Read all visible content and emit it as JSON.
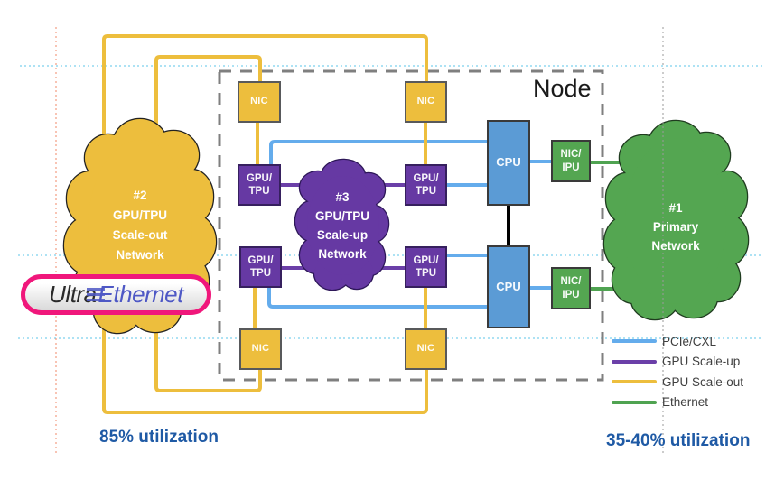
{
  "node": {
    "label": "Node"
  },
  "boxes": {
    "nic": "NIC",
    "gpu": "GPU/\nTPU",
    "cpu": "CPU",
    "nic_ipu": "NIC/\nIPU"
  },
  "clouds": {
    "scale_out": {
      "lines": [
        "#2",
        "GPU/TPU",
        "Scale-out",
        "Network"
      ],
      "color": "#EDBE3D"
    },
    "scale_up": {
      "lines": [
        "#3",
        "GPU/TPU",
        "Scale-up",
        "Network"
      ],
      "color": "#6639A3"
    },
    "primary": {
      "lines": [
        "#1",
        "Primary",
        "Network"
      ],
      "color": "#54A651"
    }
  },
  "legend": {
    "items": [
      {
        "label": "PCIe/CXL",
        "color": "#64ACEC"
      },
      {
        "label": "GPU Scale-up",
        "color": "#6B3FA8"
      },
      {
        "label": "GPU Scale-out",
        "color": "#EDBE3D"
      },
      {
        "label": "Ethernet",
        "color": "#4FA351"
      }
    ]
  },
  "annotations": {
    "left_utilization": "85% utilization",
    "right_utilization": "35-40% utilization"
  },
  "logo": {
    "ultra": "Ultra",
    "ethernet": "Ethernet"
  },
  "colors": {
    "pcie_line": "#64ACEC",
    "scale_up_line": "#6B3FA8",
    "scale_out_line": "#EDBE3D",
    "ethernet_line": "#4FA351",
    "cpu_fill": "#5B9BD5",
    "nic_fill": "#EDBE3D",
    "gpu_fill": "#6639A3",
    "nic_ipu_fill": "#54A651",
    "node_border": "#7F7F7F",
    "annotation_text": "#1F5AA5",
    "logo_border": "#F0177B"
  }
}
